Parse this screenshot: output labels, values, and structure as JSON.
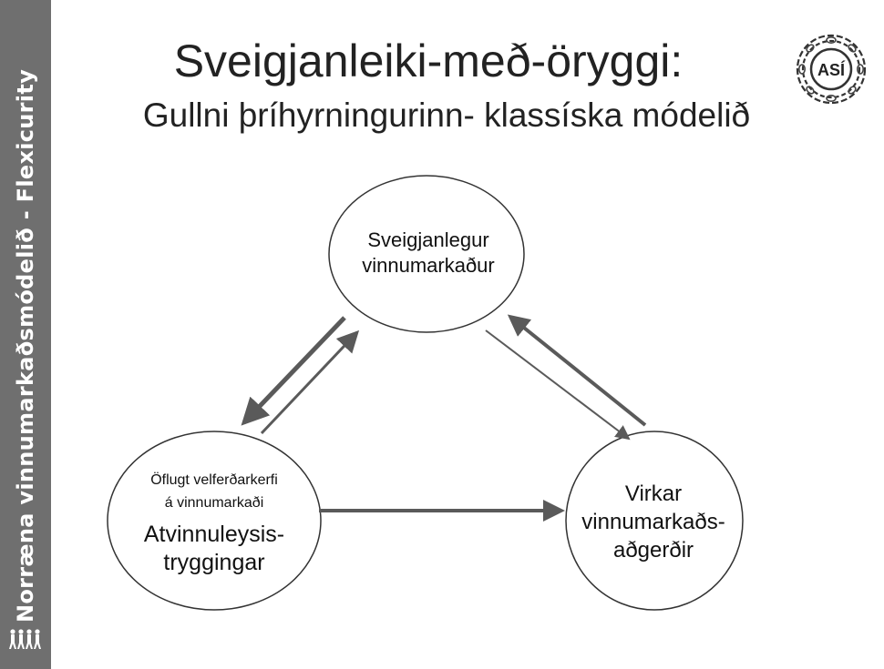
{
  "sidebar": {
    "vertical_label": "Norræna vinnumarkaðsmódelið - Flexicurity",
    "bottom_icon": "people-figures-icon"
  },
  "slide": {
    "title": "Sveigjanleiki-með-öryggi:",
    "subtitle": "Gullni þríhyrningurinn- klassíska módelið",
    "logo_text": "ASÍ",
    "logo_icon": "asi-chain-seal-icon"
  },
  "diagram": {
    "nodes": {
      "top": {
        "line1": "Sveigjanlegur",
        "line2": "vinnumarkaður"
      },
      "left": {
        "small1": "Öflugt velferðarkerfi",
        "small2": "á vinnumarkaði",
        "big1": "Atvinnuleysis-",
        "big2": "tryggingar"
      },
      "right": {
        "line1": "Virkar",
        "line2": "vinnumarkaðs-",
        "line3": "aðgerðir"
      }
    }
  },
  "colors": {
    "sidebar_bg": "#6f6f6f",
    "arrow": "#5a5a5a",
    "node_stroke": "#333333"
  }
}
